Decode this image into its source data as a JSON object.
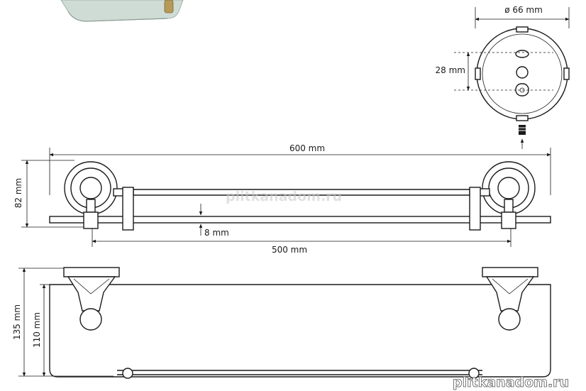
{
  "dimensions": {
    "diameter": "ø 66 mm",
    "hole_spacing": "28 mm",
    "total_length": "600 mm",
    "height": "82 mm",
    "glass_gap": "8 mm",
    "glass_length": "500 mm",
    "total_depth": "135 mm",
    "glass_depth": "110 mm"
  },
  "watermark": {
    "center": "plitkanadom.ru",
    "corner": "plitkanadom.ru"
  },
  "colors": {
    "line": "#1a1a1a",
    "glass_photo": "#cfdcd5",
    "brass_fitting": "#b59a5a"
  }
}
